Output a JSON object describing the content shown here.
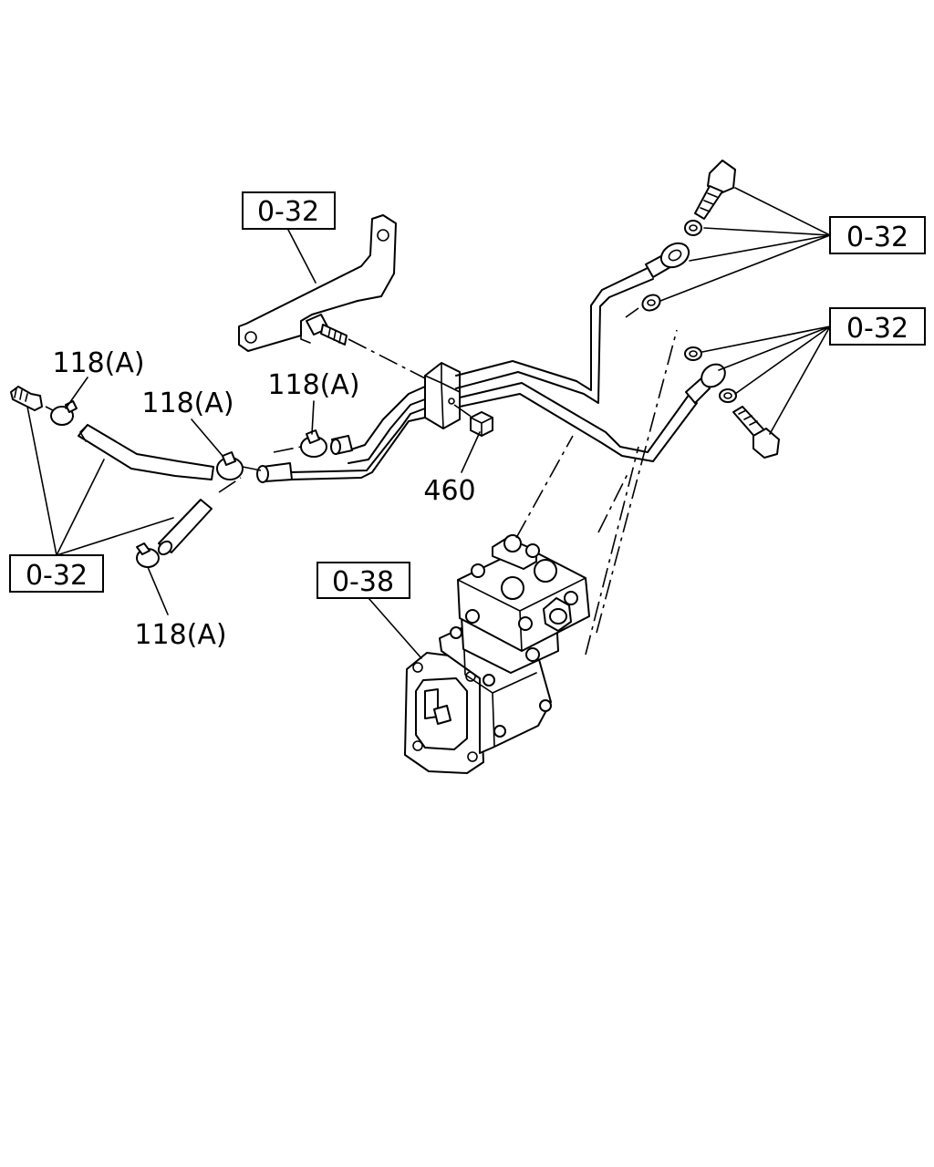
{
  "diagram": {
    "ref_boxes": {
      "bracket": "0-32",
      "right_top": "0-32",
      "right_mid": "0-32",
      "left": "0-32",
      "compressor": "0-38"
    },
    "labels": {
      "clamp_1": "118(A)",
      "clamp_2": "118(A)",
      "clamp_3": "118(A)",
      "clamp_4": "118(A)",
      "nut": "460"
    }
  }
}
